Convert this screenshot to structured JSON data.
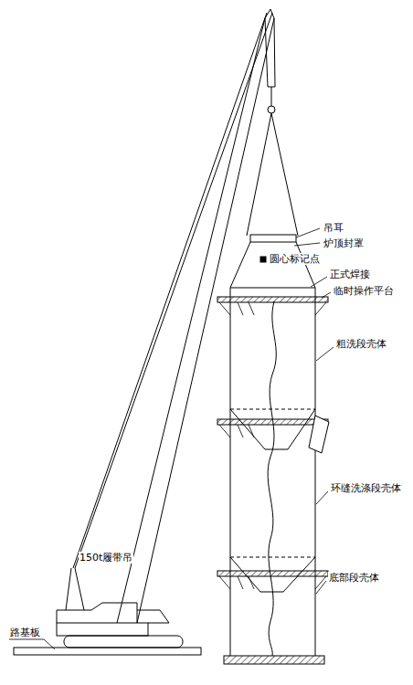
{
  "diagram": {
    "labels": [
      "吊耳",
      "炉顶封罩",
      "圆心标记点",
      "正式焊接",
      "临时操作平台",
      "粗洗段壳体",
      "环缝洗涤段壳体",
      "底部段壳体",
      "150t履带吊",
      "路基板"
    ]
  }
}
